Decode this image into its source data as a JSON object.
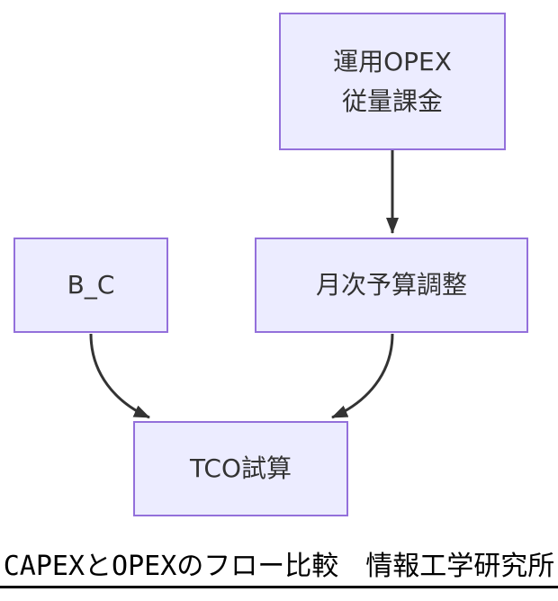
{
  "diagram": {
    "type": "flowchart",
    "direction": "top-down",
    "nodes": {
      "opex": {
        "line1": "運用OPEX",
        "line2": "従量課金"
      },
      "bc": {
        "label": "B_C"
      },
      "monthly": {
        "label": "月次予算調整"
      },
      "tco": {
        "label": "TCO試算"
      }
    },
    "edges": [
      {
        "from": "運用OPEX 従量課金",
        "to": "月次予算調整",
        "style": "arrow"
      },
      {
        "from": "B_C",
        "to": "TCO試算",
        "style": "arrow"
      },
      {
        "from": "月次予算調整",
        "to": "TCO試算",
        "style": "arrow"
      }
    ],
    "colors": {
      "node_fill": "#ECECFF",
      "node_border": "#9370DB",
      "edge": "#333333",
      "node_text": "#333333",
      "caption_text": "#000000",
      "background": "#ffffff"
    }
  },
  "caption": {
    "text": "CAPEXとOPEXのフロー比較　情報工学研究所"
  }
}
